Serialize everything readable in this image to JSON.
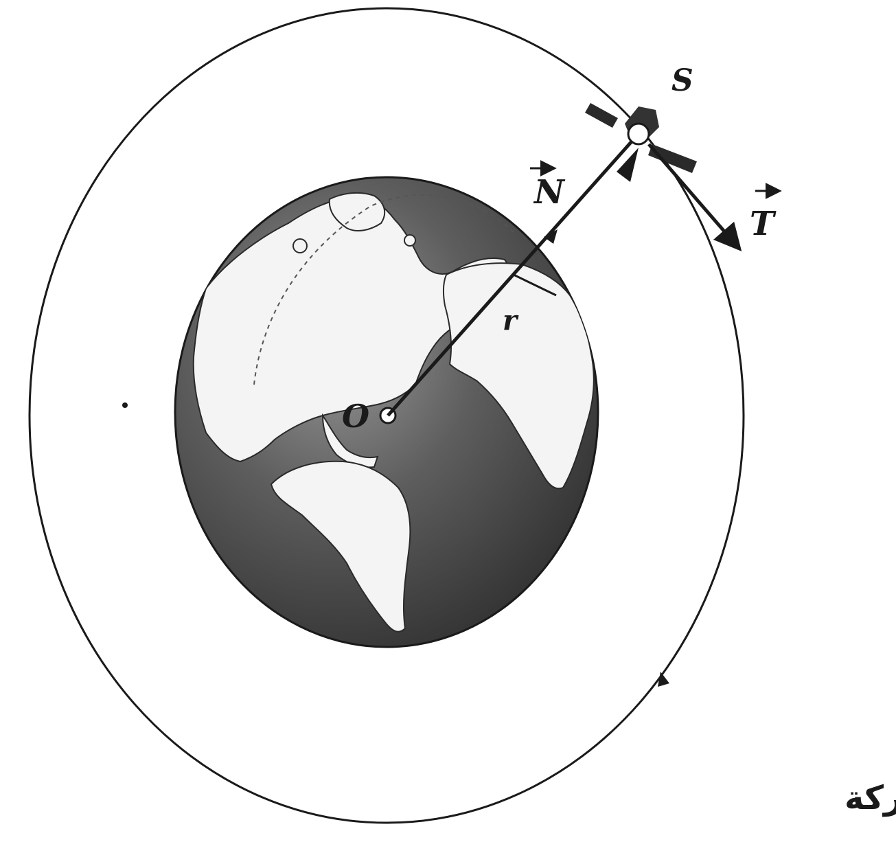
{
  "labels": {
    "satellite": "S",
    "normal_vector": "N",
    "tangent_vector": "T",
    "radius": "r",
    "center": "O",
    "direction_caption": "ا اتجاه الحركة"
  },
  "colors": {
    "ink": "#1a1a1a",
    "ocean_dark": "#3a3a3a",
    "land": "#f4f4f4",
    "background": "#ffffff"
  }
}
